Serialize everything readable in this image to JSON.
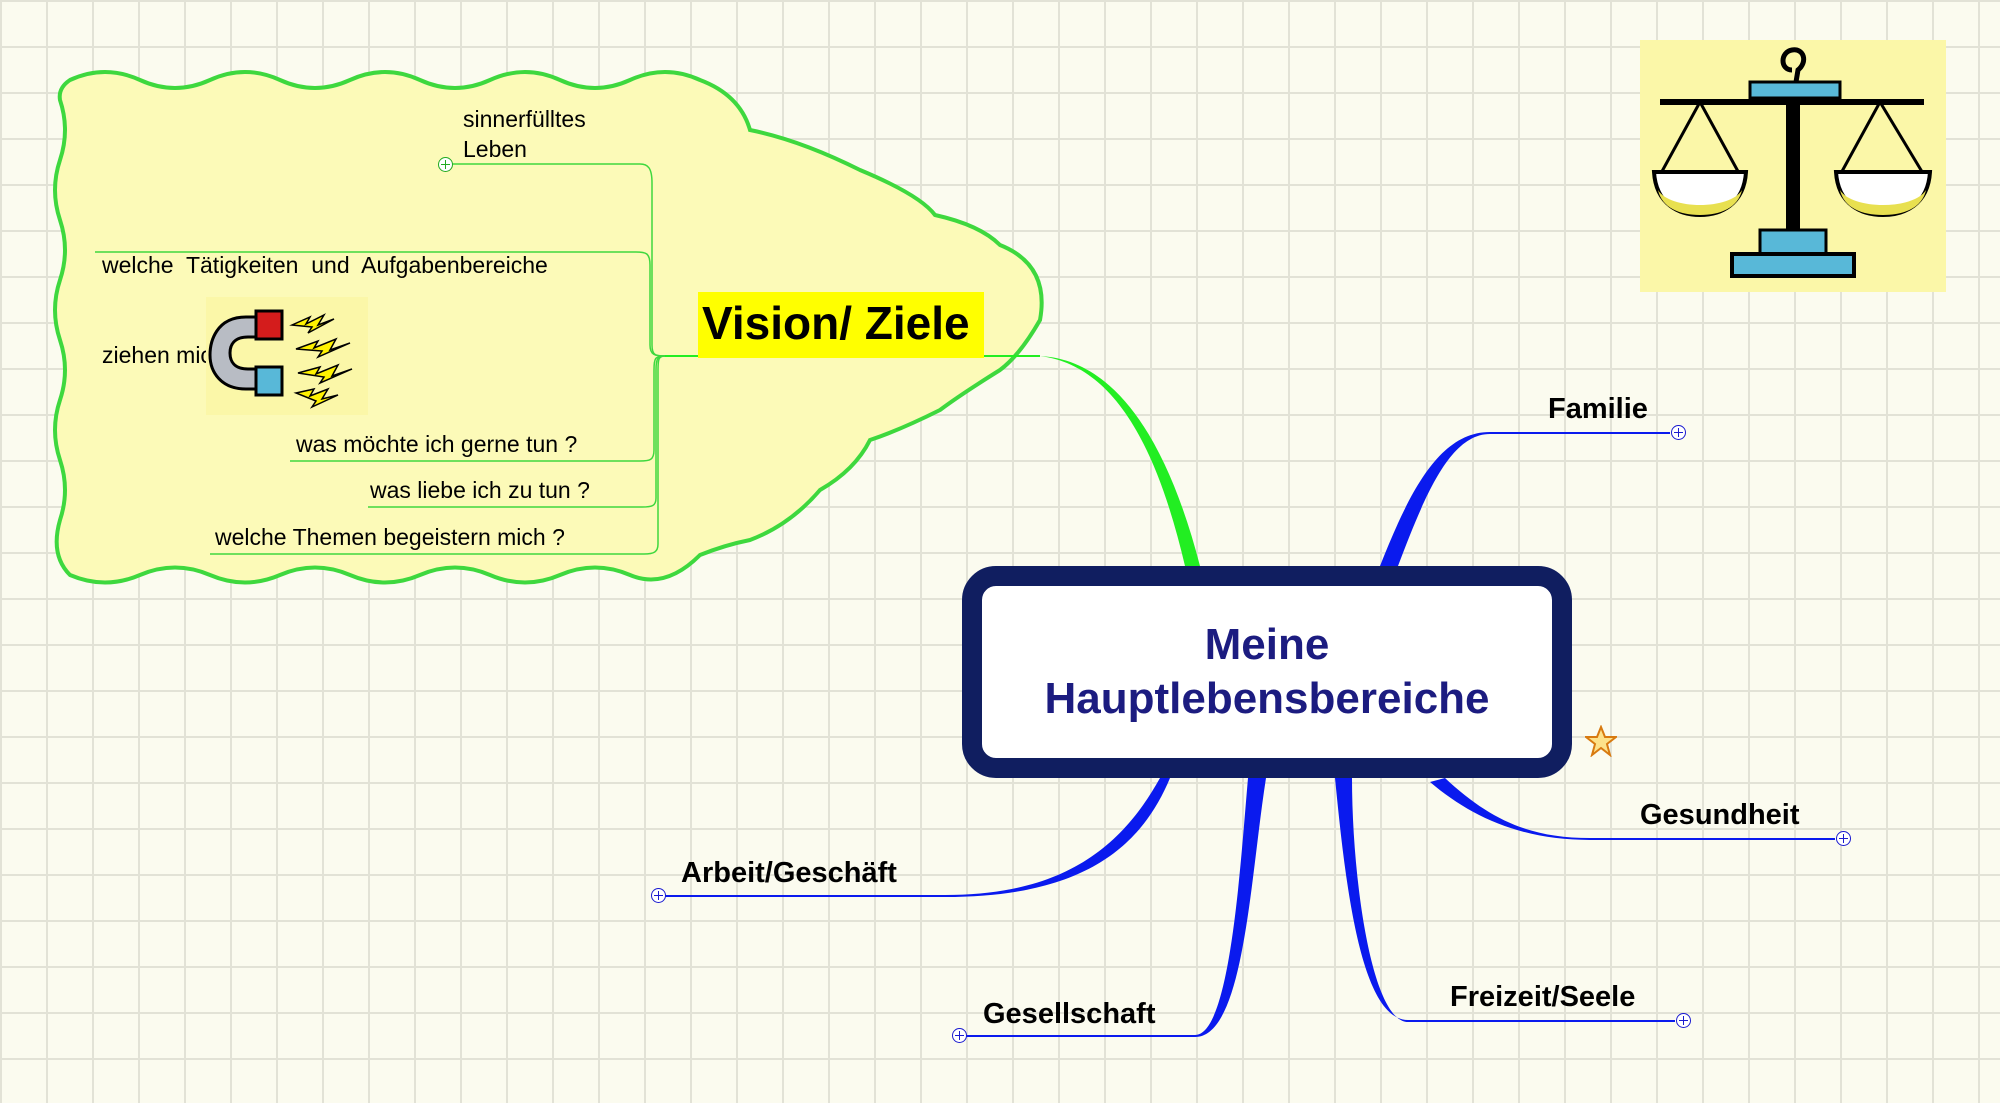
{
  "central_topic": {
    "line1": "Meine",
    "line2": "Hauptlebensbereiche"
  },
  "vision_branch": {
    "title": "Vision/ Ziele",
    "sub_topics": [
      {
        "line1": "sinnerfülltes",
        "line2": "Leben"
      },
      {
        "line1": "welche  Tätigkeiten  und  Aufgabenbereiche",
        "line2": "ziehen mich an ?"
      },
      {
        "text": "was möchte ich gerne tun ?"
      },
      {
        "text": "was liebe ich zu tun ?"
      },
      {
        "text": "welche Themen begeistern mich ?"
      }
    ]
  },
  "branches": [
    {
      "label": "Familie"
    },
    {
      "label": "Gesundheit"
    },
    {
      "label": "Arbeit/Geschäft"
    },
    {
      "label": "Gesellschaft"
    },
    {
      "label": "Freizeit/Seele"
    }
  ],
  "icons": {
    "magnet": "magnet-icon",
    "scale": "balance-scale-icon",
    "star": "star-icon",
    "expander": "plus-circle-icon"
  },
  "colors": {
    "background": "#fbfbef",
    "grid": "#e2e2d6",
    "cloud_fill": "#fcfab8",
    "cloud_border": "#3ed83e",
    "vision_branch": "#22ee22",
    "blue_branch": "#0a1aee",
    "central_border": "#101e60",
    "central_text": "#1c1c80",
    "highlight": "#ffff00"
  }
}
